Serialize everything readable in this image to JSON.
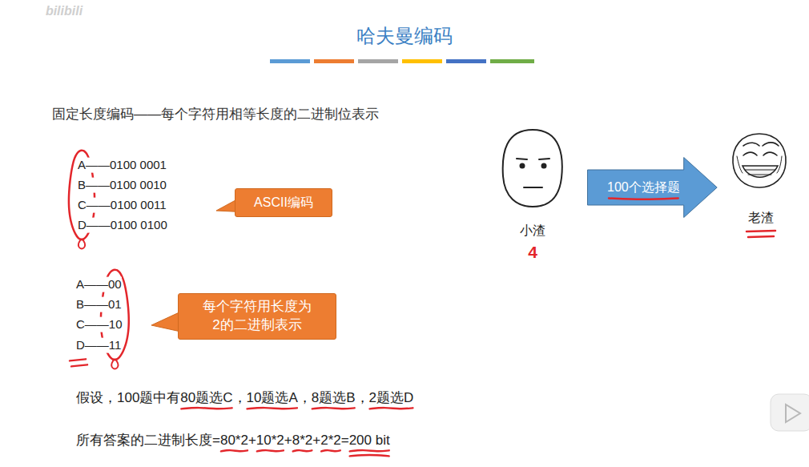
{
  "diagram": {
    "title": "哈夫曼编码",
    "nodes": [
      {
        "text": [
          "ASCII编码"
        ]
      },
      {
        "text": [
          "每个字符用长度为2的二进制表示"
        ]
      },
      {
        "text": [
          "100个选择题"
        ]
      }
    ],
    "labels": [
      "bilibili",
      "固定长度编码——每个字符用相等长度的二进制位表示",
      "A——0100 0001",
      "B——0100 0010",
      "C——0100 0011",
      "D——0100 0100",
      "A——00",
      "B——01",
      "C——10",
      "D——11",
      "假设，100题中有80题选C，10题选A，8题选B，2题选D",
      "所有答案的二进制长度=80*2+10*2+8*2+2*2=200 bit",
      "小渣",
      "4",
      "老渣"
    ]
  }
}
